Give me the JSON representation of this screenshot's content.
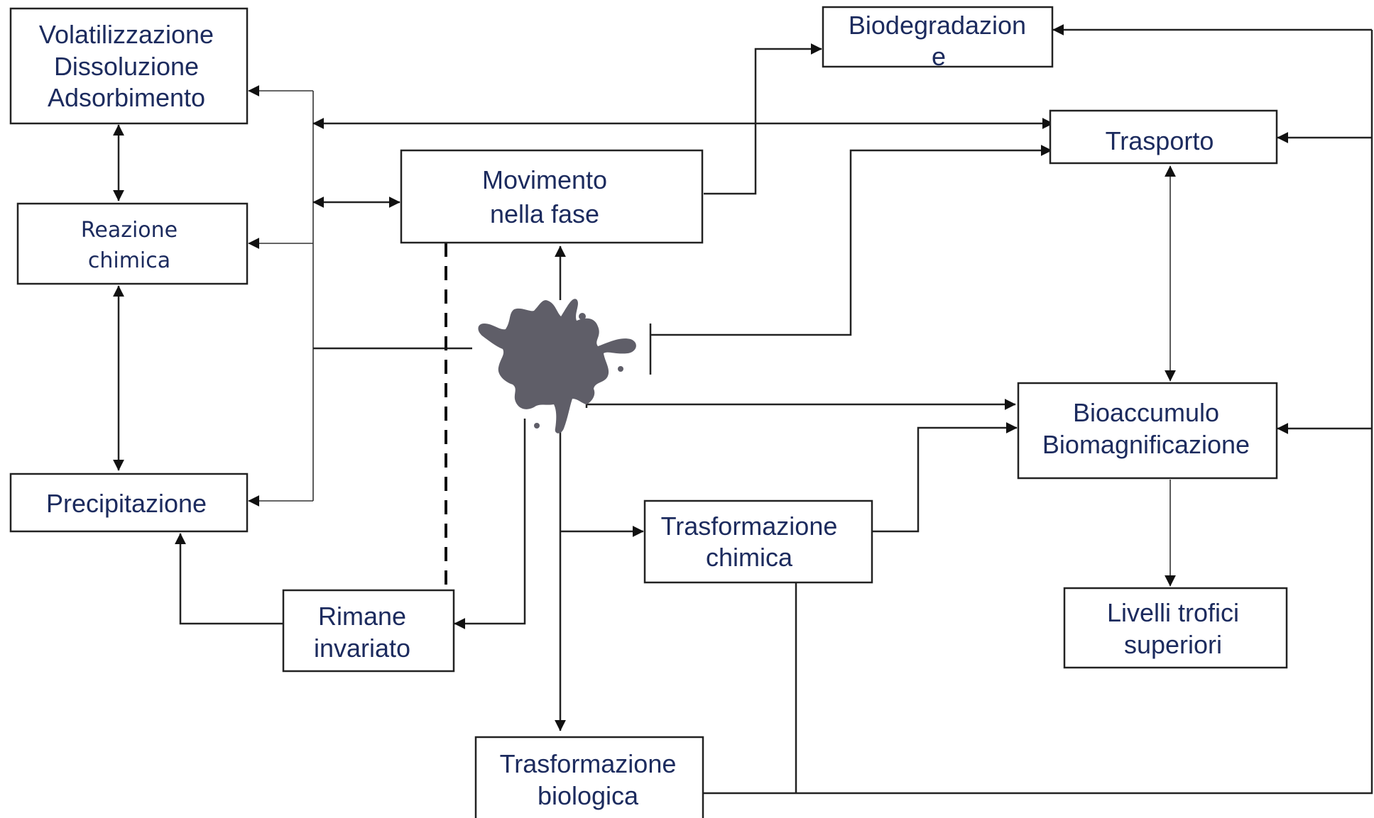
{
  "diagram": {
    "nodes": {
      "volatilizzazione": {
        "line1": "Volatilizzazione",
        "line2": "Dissoluzione",
        "line3": "Adsorbimento"
      },
      "reazione": {
        "line1": "Reazione",
        "line2": "chimica"
      },
      "precipitazione": {
        "line1": "Precipitazione"
      },
      "movimento": {
        "line1": "Movimento",
        "line2": "nella fase"
      },
      "rimane": {
        "line1": "Rimane",
        "line2": "invariato"
      },
      "biodegradazione": {
        "line1": "Biodegradazion",
        "line2": "e"
      },
      "trasporto": {
        "line1": "Trasporto"
      },
      "bioaccumulo": {
        "line1": "Bioaccumulo",
        "line2": "Biomagnificazione"
      },
      "livelli": {
        "line1": "Livelli trofici",
        "line2": "superiori"
      },
      "trasf_chimica": {
        "line1": "Trasformazione",
        "line2": "chimica"
      },
      "trasf_biologica": {
        "line1": "Trasformazione",
        "line2": "biologica"
      }
    },
    "source_icon": "pollutant-splat-icon",
    "colors": {
      "text": "#1c2b5e",
      "lines": "#222222",
      "splat": "#5f5e68"
    }
  }
}
